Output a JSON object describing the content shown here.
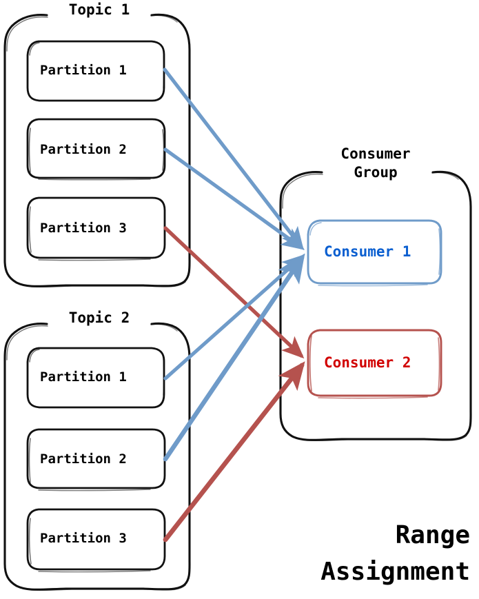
{
  "diagram": {
    "caption": {
      "line1": "Range",
      "line2": "Assignment"
    },
    "colors": {
      "stroke": "#111111",
      "consumer1": "#0b5fd0",
      "consumer1_box": "#6f9bc9",
      "consumer2": "#d10000",
      "consumer2_box": "#b5524e",
      "arrow_blue": "#6f9bc9",
      "arrow_red": "#b5524e",
      "background": "#ffffff"
    },
    "topics": [
      {
        "id": "topic-1",
        "title": "Topic 1",
        "partitions": [
          {
            "id": "t1-p1",
            "label": "Partition 1"
          },
          {
            "id": "t1-p2",
            "label": "Partition 2"
          },
          {
            "id": "t1-p3",
            "label": "Partition 3"
          }
        ]
      },
      {
        "id": "topic-2",
        "title": "Topic 2",
        "partitions": [
          {
            "id": "t2-p1",
            "label": "Partition 1"
          },
          {
            "id": "t2-p2",
            "label": "Partition 2"
          },
          {
            "id": "t2-p3",
            "label": "Partition 3"
          }
        ]
      }
    ],
    "consumer_group": {
      "title_line1": "Consumer",
      "title_line2": "Group",
      "title": "Consumer Group",
      "consumers": [
        {
          "id": "consumer-1",
          "label": "Consumer 1",
          "color": "#0b5fd0"
        },
        {
          "id": "consumer-2",
          "label": "Consumer 2",
          "color": "#d10000"
        }
      ]
    },
    "assignments": [
      {
        "from": "t1-p1",
        "to": "consumer-1",
        "color": "#6f9bc9"
      },
      {
        "from": "t1-p2",
        "to": "consumer-1",
        "color": "#6f9bc9"
      },
      {
        "from": "t1-p3",
        "to": "consumer-2",
        "color": "#b5524e"
      },
      {
        "from": "t2-p1",
        "to": "consumer-1",
        "color": "#6f9bc9"
      },
      {
        "from": "t2-p2",
        "to": "consumer-1",
        "color": "#6f9bc9"
      },
      {
        "from": "t2-p3",
        "to": "consumer-2",
        "color": "#b5524e"
      }
    ]
  }
}
